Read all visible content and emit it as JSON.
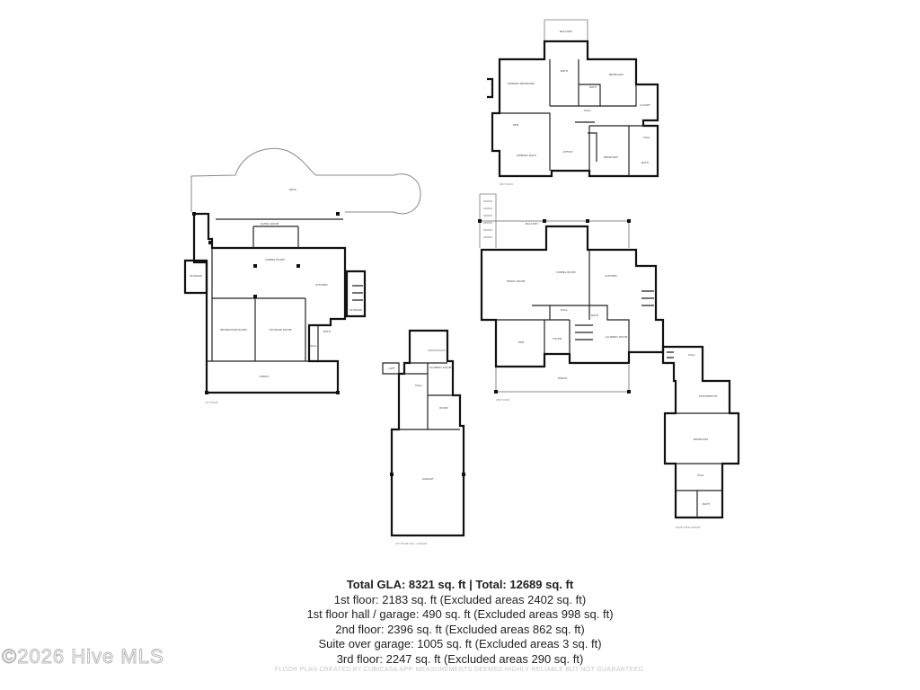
{
  "summary": {
    "total": "Total GLA: 8321 sq. ft | Total: 12689 sq. ft",
    "lines": [
      "1st floor: 2183 sq. ft (Excluded areas 2402 sq. ft)",
      "1st floor hall / garage: 490 sq. ft (Excluded areas 998 sq. ft)",
      "2nd floor: 2396 sq. ft (Excluded areas 862 sq. ft)",
      "Suite over garage: 1005 sq. ft (Excluded areas 3 sq. ft)",
      "3rd floor: 2247 sq. ft (Excluded areas 290 sq. ft)"
    ]
  },
  "disclaimer": "FLOOR PLAN CREATED BY CUBICASA APP. MEASUREMENTS DEEMED HIGHLY RELIABLE BUT NOT GUARANTEED.",
  "watermark": "©2026 Hive MLS",
  "plans": {
    "first_floor": {
      "floor_label": "1ST FLOOR",
      "rooms": [
        "DECK",
        "LIVING ROOM",
        "DINING ROOM",
        "KITCHEN",
        "STORAGE",
        "RECREATION ROOM",
        "STORAGE ROOM",
        "HALL",
        "BATH",
        "PORCH",
        "STORAGE"
      ]
    },
    "garage": {
      "floor_label": "1ST FLOOR HALL / GARAGE",
      "rooms": [
        "LOFT",
        "HALL",
        "LAUNDRY ROOM",
        "ROOM",
        "GARAGE"
      ]
    },
    "second_floor": {
      "floor_label": "2ND FLOOR",
      "rooms": [
        "BALCONY",
        "FAMILY ROOM",
        "DINING ROOM",
        "KITCHEN",
        "HALL",
        "DEN",
        "FOYER",
        "LAUNDRY ROOM",
        "BATH",
        "PORCH"
      ]
    },
    "suite": {
      "floor_label": "SUITE OVER GARAGE",
      "rooms": [
        "HALL",
        "KITCHENETTE",
        "BEDROOM",
        "HALL",
        "BATH"
      ]
    },
    "third_floor": {
      "floor_label": "3RD FLOOR",
      "rooms": [
        "BALCONY",
        "PRIMARY BEDROOM",
        "BATH",
        "BEDROOM",
        "BATH",
        "HALL",
        "CLOSET",
        "DEN",
        "PRIMARY BATH",
        "OFFICE",
        "BEDROOM",
        "HALL",
        "BATH"
      ]
    }
  }
}
